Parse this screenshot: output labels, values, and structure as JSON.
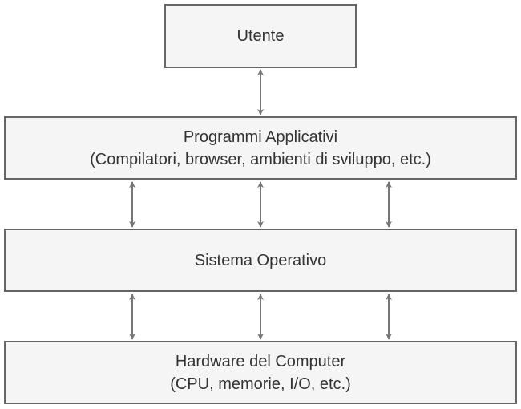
{
  "layers": {
    "user": {
      "title": "Utente"
    },
    "apps": {
      "title": "Programmi Applicativi",
      "subtitle": "(Compilatori, browser, ambienti di sviluppo, etc.)"
    },
    "os": {
      "title": "Sistema Operativo"
    },
    "hardware": {
      "title": "Hardware del Computer",
      "subtitle": "(CPU, memorie, I/O, etc.)"
    }
  },
  "colors": {
    "box_fill": "#f5f5f5",
    "box_border": "#666666",
    "arrow": "#757575",
    "text": "#333333"
  },
  "icons": {
    "connector": "double-headed-arrow"
  }
}
